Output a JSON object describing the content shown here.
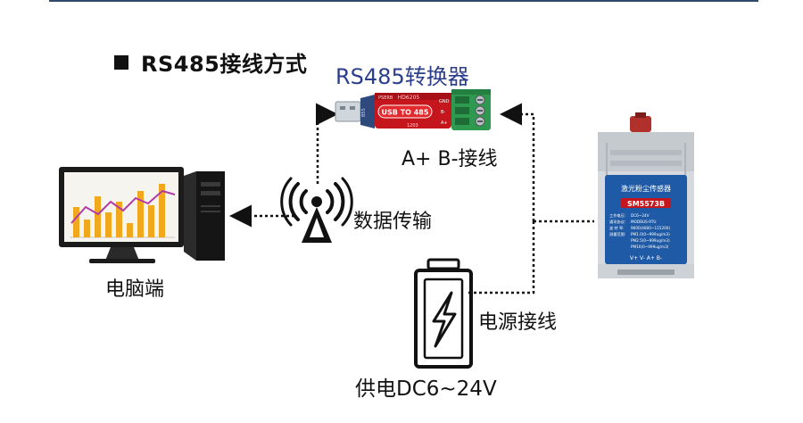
{
  "heading": {
    "title": "RS485接线方式"
  },
  "converter": {
    "title": "RS485转换器",
    "body_label": "USB TO 485",
    "model": "HD6205",
    "side_small": "PSERB",
    "brand_side": "B55",
    "bottom_small": "1203",
    "pin_gnd": "GND",
    "pin_b": "B-",
    "pin_a": "A+"
  },
  "labels": {
    "wiring_ab": "A+ B-接线",
    "data_transfer": "数据传输",
    "pc": "电脑端",
    "power_wiring": "电源接线",
    "power_supply": "供电DC6~24V"
  },
  "sensor": {
    "title": "激光粉尘传感器",
    "model": "SM5573B",
    "specs": [
      {
        "k": "工作电压:",
        "v": "DC6~24V"
      },
      {
        "k": "通讯协议:",
        "v": "MODBUS-RTU"
      },
      {
        "k": "波 特 率:",
        "v": "9600(4800~115200)"
      },
      {
        "k": "测量范围:",
        "v": "PM1.0(0~999ug/m3)"
      },
      {
        "k": "",
        "v": "PM2.5(0~999ug/m3)"
      },
      {
        "k": "",
        "v": "PM10(0~999ug/m3)"
      }
    ],
    "terminals": "V+ V- A+ B-"
  },
  "colors": {
    "converter_red": "#c4161c",
    "terminal_green": "#2e9a4f",
    "label_blue": "#2a3e8c",
    "sensor_blue": "#1f5aa6"
  }
}
